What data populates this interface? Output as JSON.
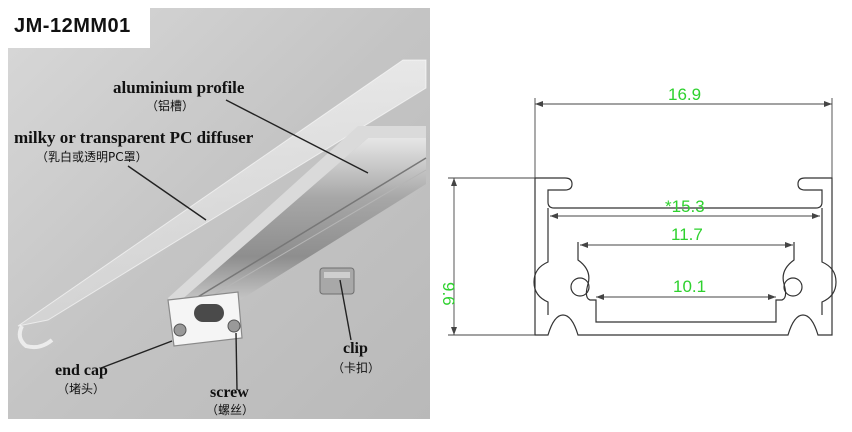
{
  "model": "JM-12MM01",
  "labels": {
    "aluminium_profile": {
      "en": "aluminium profile",
      "zh": "（铝槽）"
    },
    "diffuser": {
      "en": "milky or transparent PC diffuser",
      "zh": "（乳白或透明PC罩）"
    },
    "end_cap": {
      "en": "end cap",
      "zh": "（堵头）"
    },
    "screw": {
      "en": "screw",
      "zh": "（螺丝）"
    },
    "clip": {
      "en": "clip",
      "zh": "（卡扣）"
    }
  },
  "dimensions": {
    "total_width": "16.9",
    "height": "9.6",
    "inner_top": "*15.3",
    "mid": "11.7",
    "bottom": "10.1"
  },
  "colors": {
    "dimension_text": "#2ed12e",
    "outline": "#333333",
    "photo_bg": "#c9c9c9"
  }
}
